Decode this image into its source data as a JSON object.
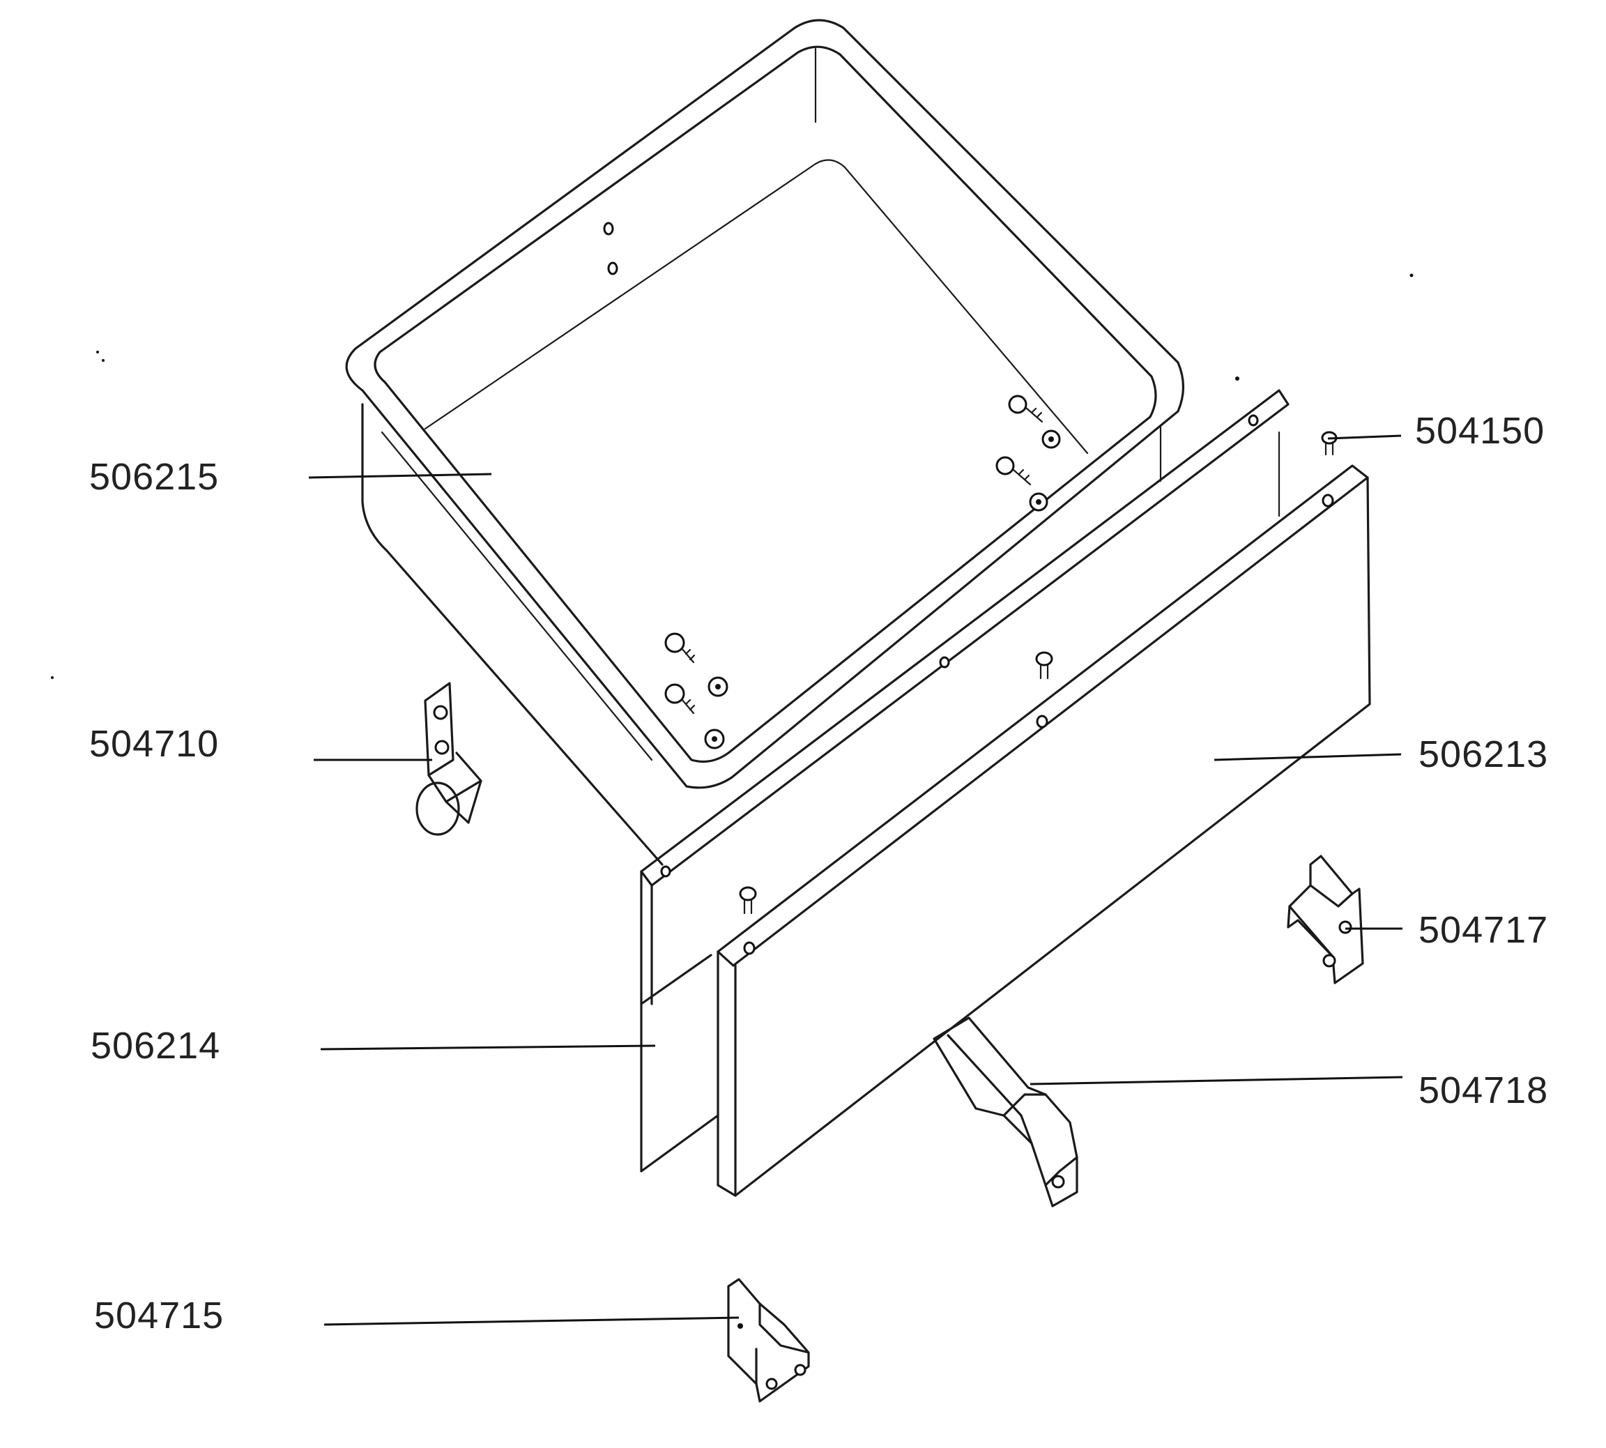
{
  "labels": {
    "part_506215": "506215",
    "part_504150": "504150",
    "part_504710": "504710",
    "part_506213": "506213",
    "part_504717": "504717",
    "part_506214": "506214",
    "part_504718": "504718",
    "part_504715": "504715"
  },
  "colors": {
    "ink": "#1a1a1a",
    "paper": "#ffffff"
  }
}
